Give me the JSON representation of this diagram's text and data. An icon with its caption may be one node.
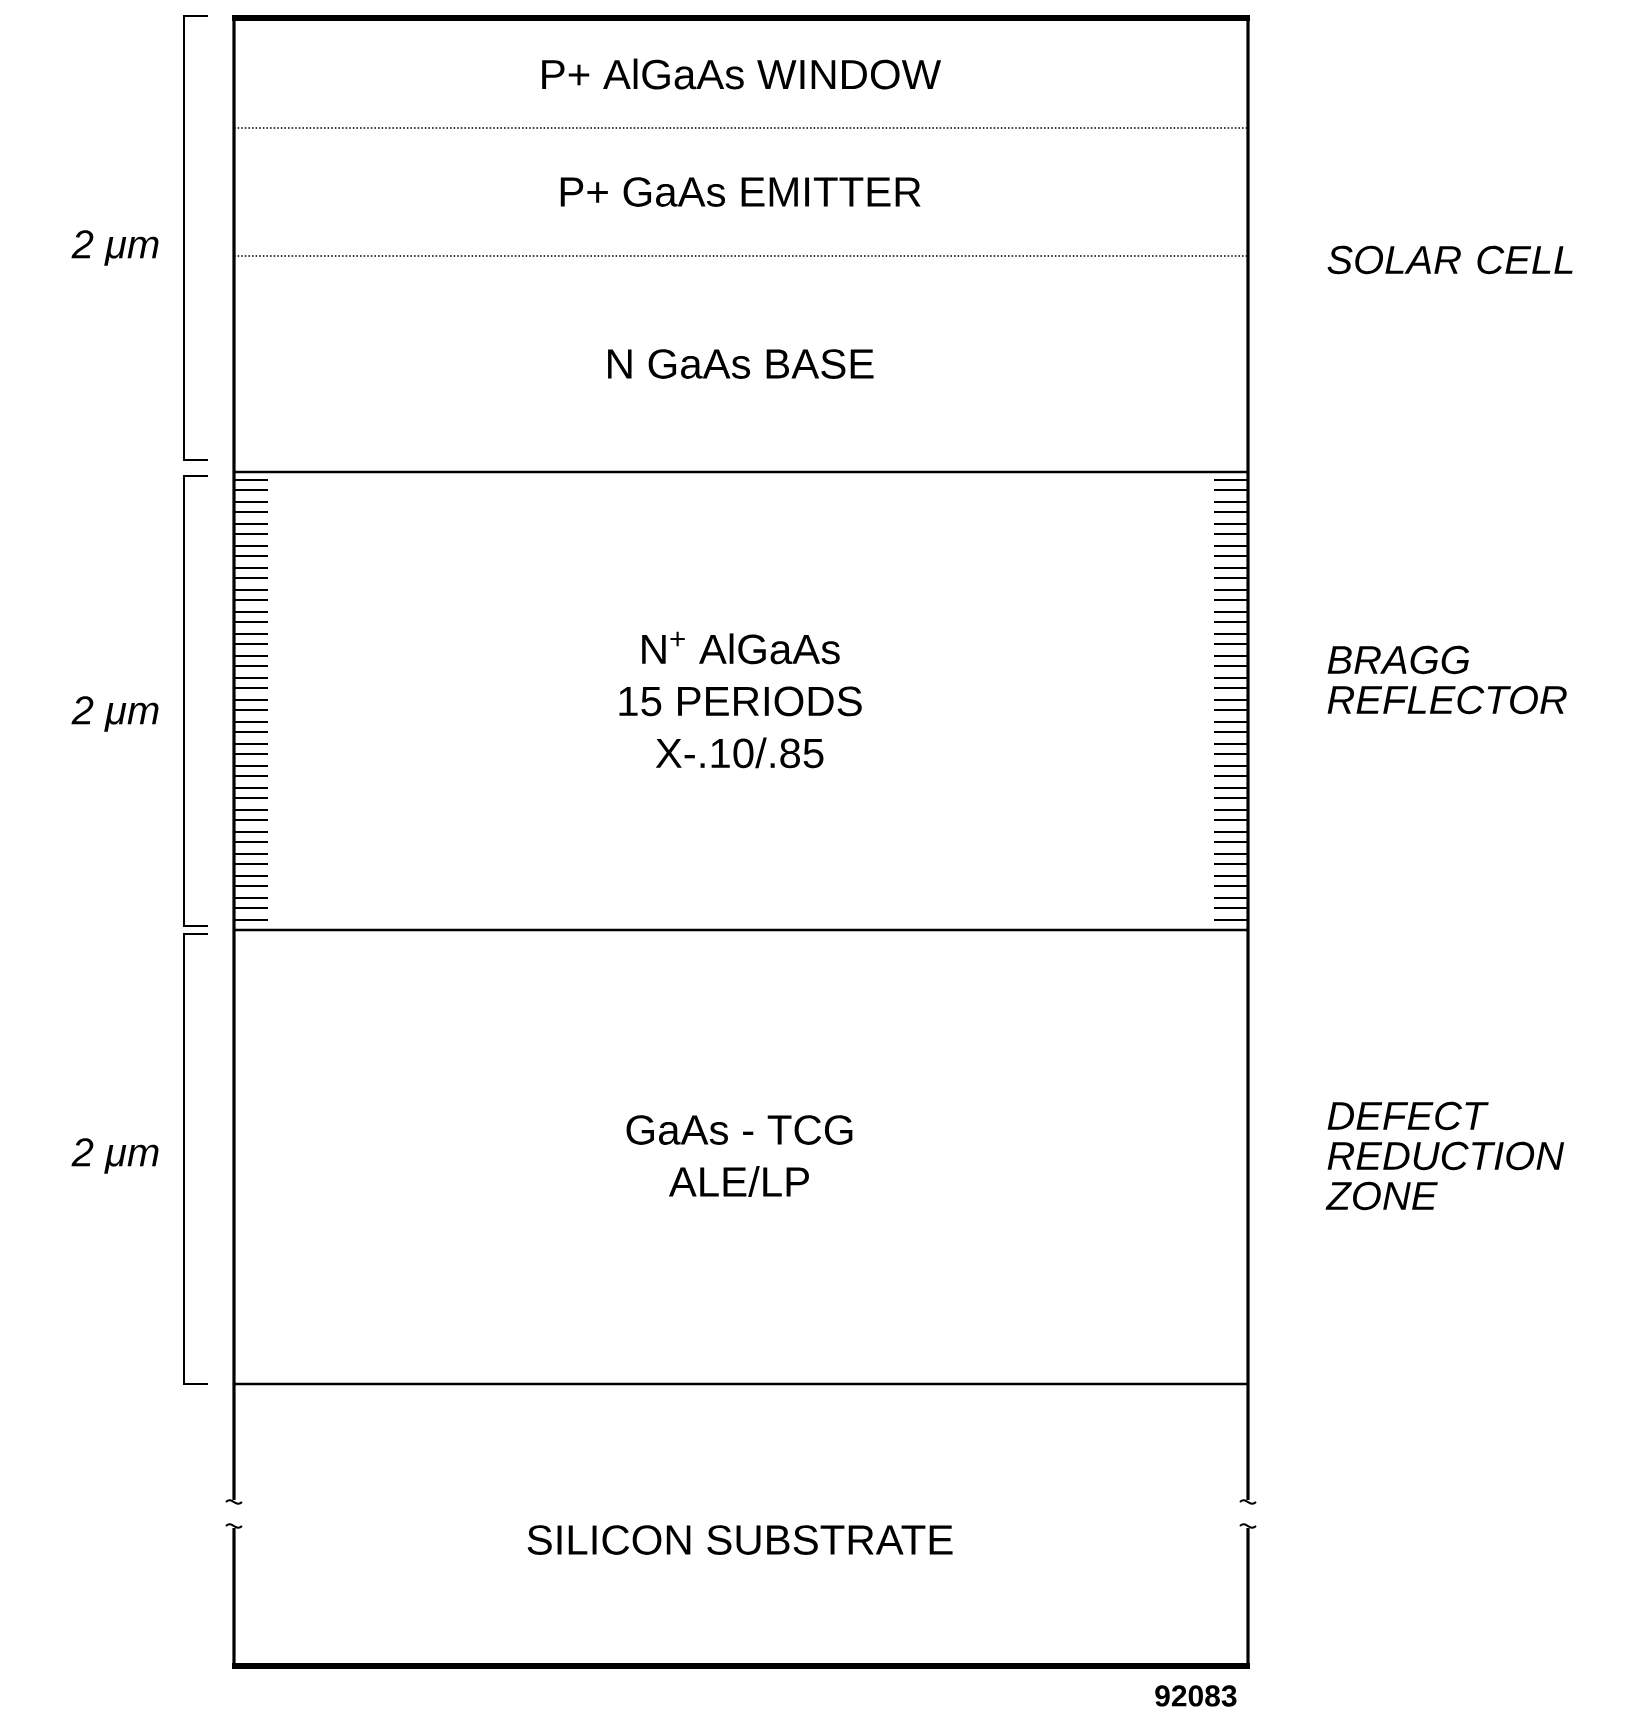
{
  "diagram": {
    "nodes": [
      {
        "text": [
          "P+  AlGaAs WINDOW"
        ]
      },
      {
        "text": [
          "P+  GaAs EMITTER"
        ]
      },
      {
        "text": [
          "N  GaAs  BASE"
        ]
      },
      {
        "text": [
          "N$^{+}$  AlGaAs",
          "15 PERIODS",
          "X-.10/.85"
        ]
      },
      {
        "text": [
          "GaAs - TCG",
          "ALE/LP"
        ]
      },
      {
        "text": [
          "SILICON SUBSTRATE"
        ]
      }
    ],
    "labels": [
      "2 μm",
      "SOLAR CELL",
      "2 μm",
      "BRAGG REFLECTOR",
      "2 μm",
      "DEFECT REDUCTION ZONE",
      "92083"
    ]
  }
}
